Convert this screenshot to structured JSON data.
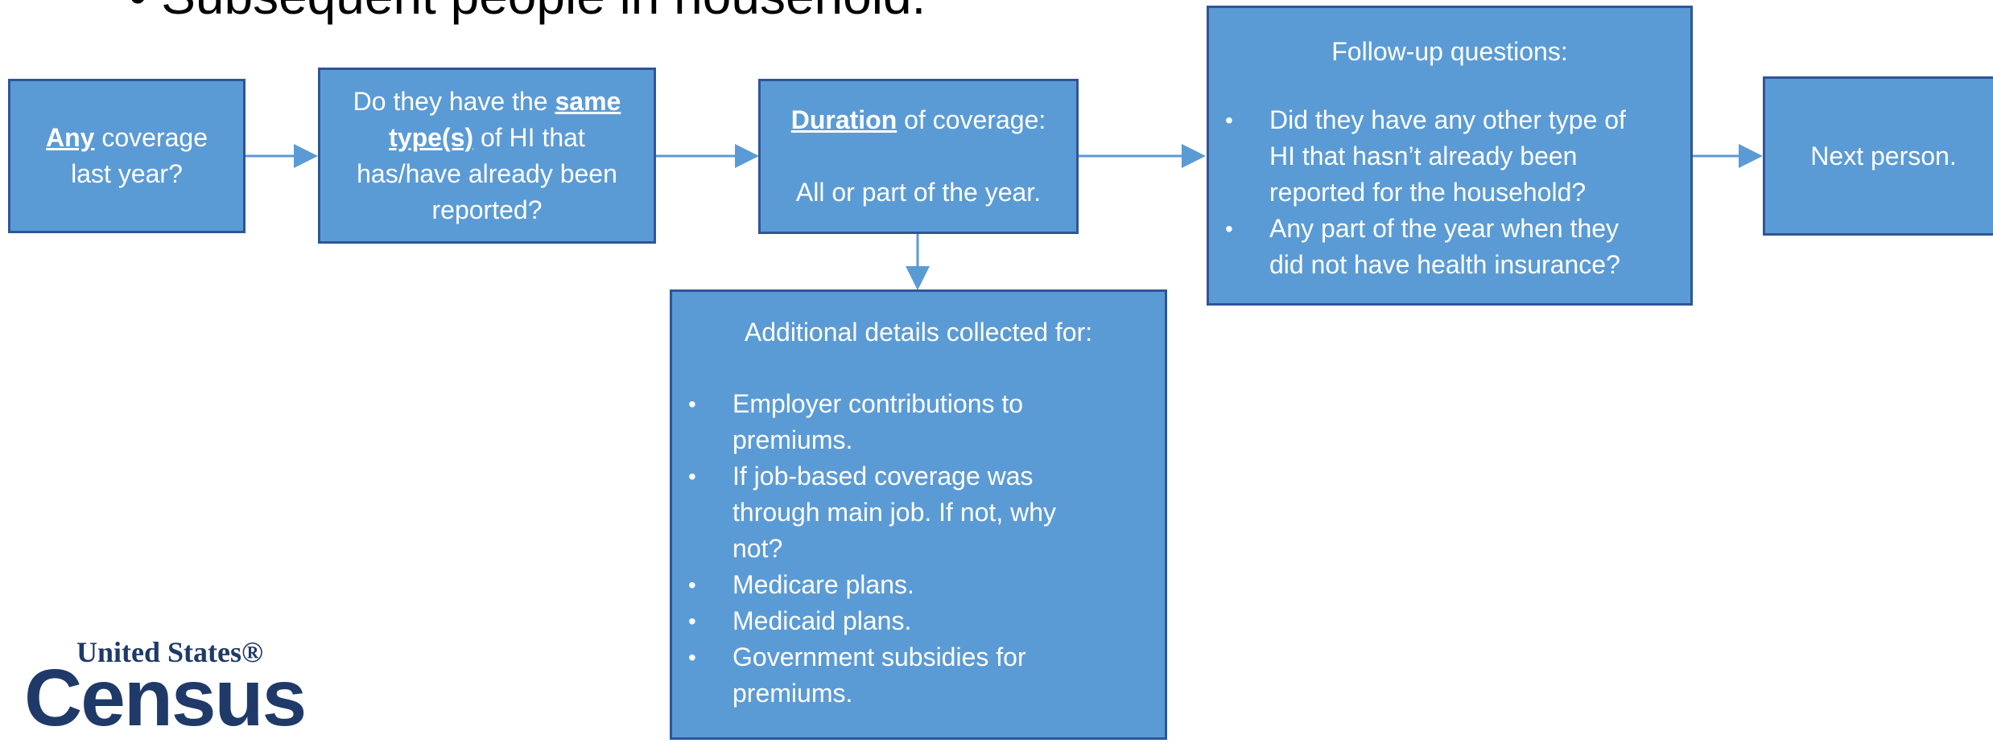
{
  "heading": "• Subsequent people in household.",
  "box1": {
    "bold": "Any",
    "rest1": " coverage",
    "line2": "last year?"
  },
  "box2": {
    "l1a": "Do they have the ",
    "l1b": "same",
    "l2a": "type(s)",
    "l2b": " of HI that",
    "l3": "has/have already been",
    "l4": "reported?"
  },
  "box3": {
    "bold": "Duration",
    "rest": " of coverage:",
    "line2": "All or part of the year."
  },
  "box4": {
    "title": "Follow-up questions:",
    "items": [
      [
        "Did they have any other type of",
        "HI that hasn’t already been",
        "reported for the household?"
      ],
      [
        "Any part of the year when they",
        "did not have health insurance?"
      ]
    ]
  },
  "box5": {
    "text": "Next person."
  },
  "box6": {
    "title": "Additional details collected for:",
    "items": [
      [
        "Employer contributions to",
        "premiums."
      ],
      [
        "If job-based coverage was",
        "through main job. If not, why",
        "not?"
      ],
      [
        "Medicare plans."
      ],
      [
        "Medicaid plans."
      ],
      [
        "Government subsidies for",
        "premiums."
      ]
    ]
  },
  "logo": {
    "top": "United States®",
    "main": "Census"
  },
  "colors": {
    "box_fill": "#5b9bd5",
    "box_border": "#2f5597",
    "arrow": "#5b9bd5"
  }
}
